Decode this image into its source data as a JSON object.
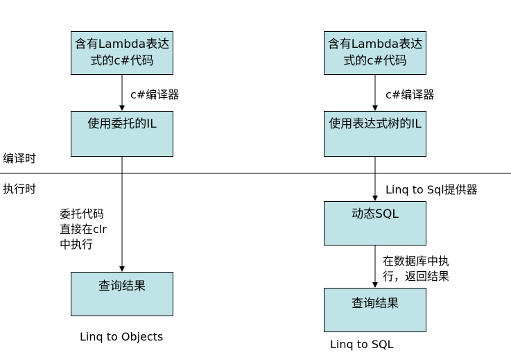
{
  "left_flow": {
    "box_source": "含有Lambda表达式的c#代码",
    "arrow_compile": "c#编译器",
    "box_il": "使用委托的IL",
    "arrow_execute": [
      "委托代码",
      "直接在clr",
      "中执行"
    ],
    "box_result": "查询结果",
    "caption": "Linq to Objects"
  },
  "right_flow": {
    "box_source": "含有Lambda表达式的c#代码",
    "arrow_compile": "c#编译器",
    "box_il": "使用表达式树的IL",
    "arrow_provider": "Linq to Sql提供器",
    "box_sql": "动态SQL",
    "arrow_db": [
      "在数据库中执",
      "行，返回结果"
    ],
    "box_result": "查询结果",
    "caption": "Linq to SQL"
  },
  "phases": {
    "compile": "编译时",
    "runtime": "执行时"
  },
  "colors": {
    "box_fill": "#bfe3e6",
    "line": "#000000"
  }
}
